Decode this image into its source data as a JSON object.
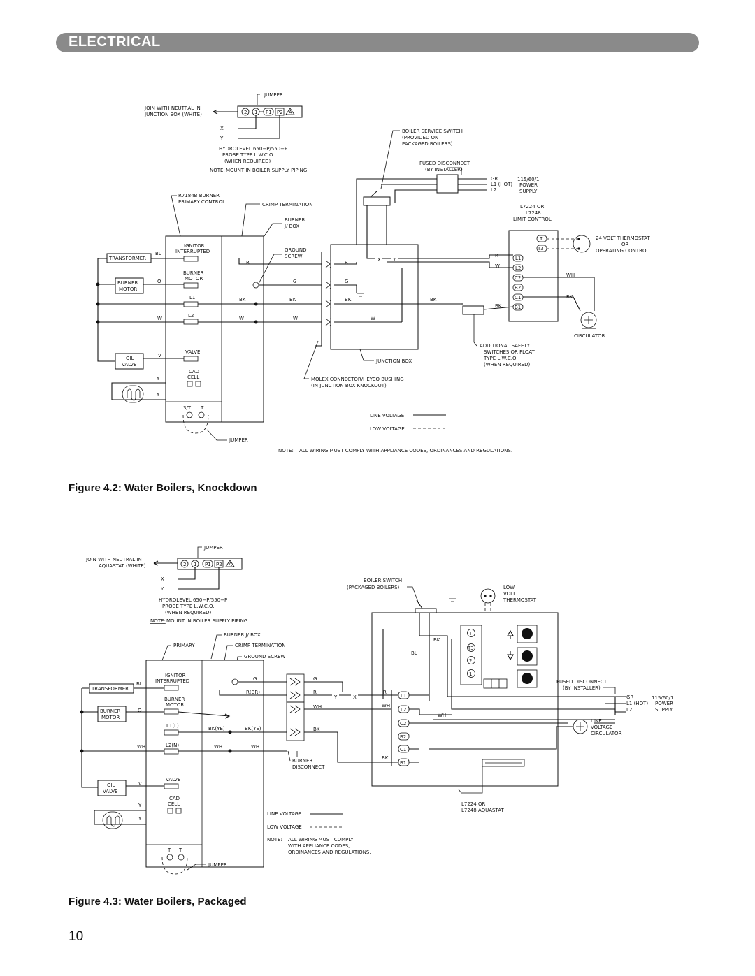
{
  "header": {
    "title": "ELECTRICAL"
  },
  "figure_2": {
    "caption": "Figure 4.2: Water Boilers, Knockdown",
    "labels": {
      "jumper": "JUMPER",
      "join_neutral_1": "JOIN WITH NEUTRAL IN",
      "join_neutral_2": "JUNCTION BOX (WHITE)",
      "x": "X",
      "y": "Y",
      "lwco_1": "HYDROLEVEL 650−P/550−P",
      "lwco_2": "PROBE TYPE L.W.C.O.",
      "lwco_3": "(WHEN REQUIRED)",
      "note_word": "NOTE:",
      "note_mount": "MOUNT IN BOILER SUPPLY PIPING",
      "service_1": "BOILER SERVICE SWITCH",
      "service_2": "(PROVIDED ON",
      "service_3": "PACKAGED BOILERS)",
      "fused_1": "FUSED DISCONNECT",
      "fused_2": "(BY INSTALLER)",
      "gr": "GR",
      "l1_hot": "L1 (HOT)",
      "l2": "L2",
      "power_1": "115/60/1",
      "power_2": "POWER",
      "power_3": "SUPPLY",
      "r7184b_1": "R7184B BURNER",
      "r7184b_2": "PRIMARY CONTROL",
      "crimp": "CRIMP TERMINATION",
      "burner_jbox_1": "BURNER",
      "burner_jbox_2": "J/ BOX",
      "limit_1": "L7224 OR",
      "limit_2": "L7248",
      "limit_3": "LIMIT CONTROL",
      "thermo_1": "24 VOLT THERMOSTAT",
      "thermo_2": "OR",
      "thermo_3": "OPERATING CONTROL",
      "t": "T",
      "t3": "T3",
      "ignitor_1": "IGNITOR",
      "ignitor_2": "INTERRUPTED",
      "transformer": "TRANSFORMER",
      "bl": "BL",
      "ground_1": "GROUND",
      "ground_2": "SCREW",
      "r": "R",
      "w": "W",
      "burner_motor_1": "BURNER",
      "burner_motor_2": "MOTOR",
      "burner_box_1": "BURNER",
      "burner_box_2": "MOTOR",
      "o": "O",
      "g": "G",
      "l1": "L1",
      "bk": "BK",
      "wh": "WH",
      "c2": "C2",
      "b2": "B2",
      "c1": "C1",
      "b1": "B1",
      "circulator": "CIRCULATOR",
      "addl_1": "ADDITIONAL SAFETY",
      "addl_2": "SWITCHES OR FLOAT",
      "addl_3": "TYPE L.W.C.O.",
      "addl_4": "(WHEN REQUIRED)",
      "junction_box": "JUNCTION BOX",
      "molex_1": "MOLEX CONNECTOR/HEYCO BUSHING",
      "molex_2": "(IN JUNCTION BOX KNOCKOUT)",
      "valve": "VALVE",
      "oil_1": "OIL",
      "oil_2": "VALVE",
      "v": "V",
      "cad_1": "CAD",
      "cad_2": "CELL",
      "st": "3/T",
      "line_voltage": "LINE VOLTAGE",
      "low_voltage": "LOW VOLTAGE",
      "note_all": "ALL WIRING MUST COMPLY WITH APPLIANCE CODES, ORDINANCES AND REGULATIONS.",
      "t2": "2",
      "t1": "1",
      "p1": "P1",
      "p2": "P2",
      "a": "A"
    }
  },
  "figure_3": {
    "caption": "Figure 4.3: Water Boilers, Packaged",
    "labels": {
      "jumper": "JUMPER",
      "join_1": "JOIN WITH NEUTRAL IN",
      "join_2": "AQUASTAT (WHITE)",
      "x": "X",
      "y": "Y",
      "lwco_1": "HYDROLEVEL 650−P/550−P",
      "lwco_2": "PROBE TYPE L.W.C.O.",
      "lwco_3": "(WHEN REQUIRED)",
      "note_word": "NOTE:",
      "note_mount": "MOUNT IN BOILER SUPPLY PIPING",
      "switch_1": "BOILER SWITCH",
      "switch_2": "(PACKAGED BOILERS)",
      "lowvolt_1": "LOW",
      "lowvolt_2": "VOLT",
      "lowvolt_3": "THERMOSTAT",
      "burner_jbox": "BURNER J/ BOX",
      "primary": "PRIMARY",
      "crimp": "CRIMP TERMINATION",
      "ground": "GROUND SCREW",
      "ignitor_1": "IGNITOR",
      "ignitor_2": "INTERRUPTED",
      "transformer": "TRANSFORMER",
      "bl": "BL",
      "g": "G",
      "r_br": "R(BR)",
      "r": "R",
      "bk_ye": "BK(YE)",
      "bk": "BK",
      "wh": "WH",
      "o": "O",
      "l1l": "L1(L)",
      "l2n": "L2(N)",
      "burner_motor_1": "BURNER",
      "burner_motor_2": "MOTOR",
      "burner_box_1": "BURNER",
      "burner_box_2": "MOTOR",
      "fused_1": "FUSED DISCONNECT",
      "fused_2": "(BY INSTALLER)",
      "gr": "GR",
      "l1_hot": "L1 (HOT)",
      "l2": "L2",
      "power_1": "115/60/1",
      "power_2": "POWER",
      "power_3": "SUPPLY",
      "line_circ_1": "LINE",
      "line_circ_2": "VOLTAGE",
      "line_circ_3": "CIRCULATOR",
      "burner_disc_1": "BURNER",
      "burner_disc_2": "DISCONNECT",
      "l1": "L1",
      "l2t": "L2",
      "c2": "C2",
      "b2": "B2",
      "c1": "C1",
      "b1": "B1",
      "t": "T",
      "t3": "T3",
      "two": "2",
      "one": "1",
      "valve": "VALVE",
      "oil_1": "OIL",
      "oil_2": "VALVE",
      "v": "V",
      "cad_1": "CAD",
      "cad_2": "CELL",
      "y_label": "Y",
      "tt": "T",
      "line_voltage": "LINE VOLTAGE",
      "low_voltage": "LOW VOLTAGE",
      "note_all_1": "ALL WIRING MUST COMPLY",
      "note_all_2": "WITH APPLIANCE CODES,",
      "note_all_3": "ORDINANCES AND REGULATIONS.",
      "note_word2": "NOTE:",
      "aquastat_1": "L7224 OR",
      "aquastat_2": "L7248 AQUASTAT",
      "p1": "P1",
      "p2": "P2",
      "a": "A"
    }
  },
  "page_number": "10"
}
